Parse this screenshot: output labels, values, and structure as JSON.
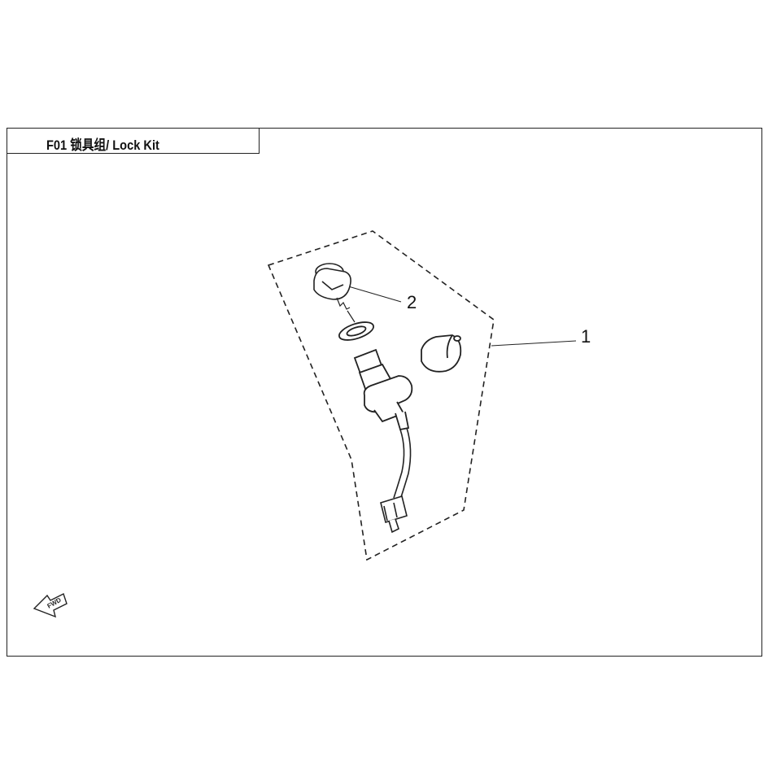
{
  "title": "F01 锁具组/ Lock Kit",
  "callouts": {
    "part_1": "1",
    "part_2": "2"
  },
  "fwd_label": "FWD",
  "colors": {
    "line": "#222222",
    "background": "#ffffff"
  }
}
